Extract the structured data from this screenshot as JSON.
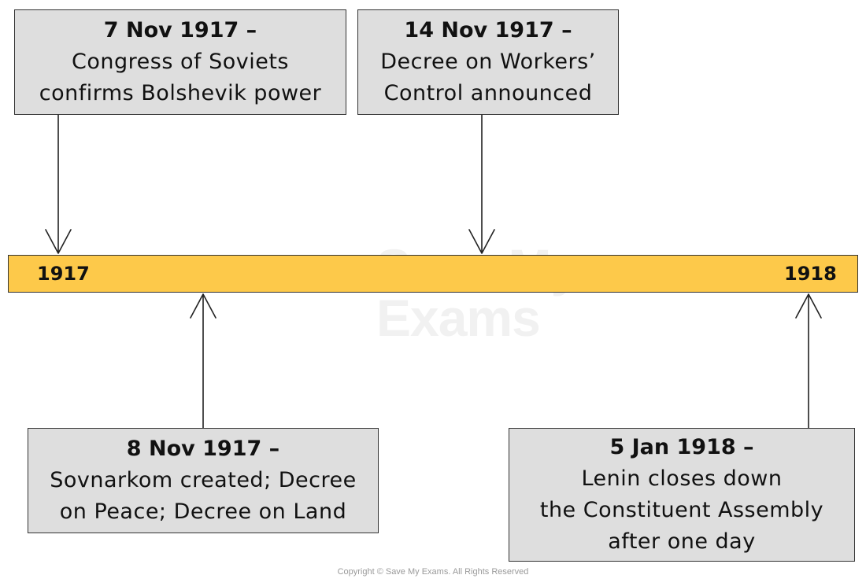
{
  "events": [
    {
      "date": "7 Nov 1917 –",
      "lines": [
        "Congress of Soviets",
        "confirms Bolshevik power"
      ]
    },
    {
      "date": "14 Nov 1917 –",
      "lines": [
        "Decree on Workers’",
        "Control announced"
      ]
    },
    {
      "date": "8 Nov 1917 –",
      "lines": [
        "Sovnarkom created; Decree",
        "on Peace; Decree on Land"
      ]
    },
    {
      "date": "5 Jan 1918 –",
      "lines": [
        "Lenin closes down",
        "the Constituent Assembly",
        "after one day"
      ]
    }
  ],
  "timeline": {
    "start_label": "1917",
    "end_label": "1918",
    "bar_color": "#fdc94a"
  },
  "box_color": "#dedede",
  "watermark": {
    "line1": "Save My",
    "line2": "Exams"
  },
  "copyright": "Copyright © Save My Exams. All Rights Reserved"
}
